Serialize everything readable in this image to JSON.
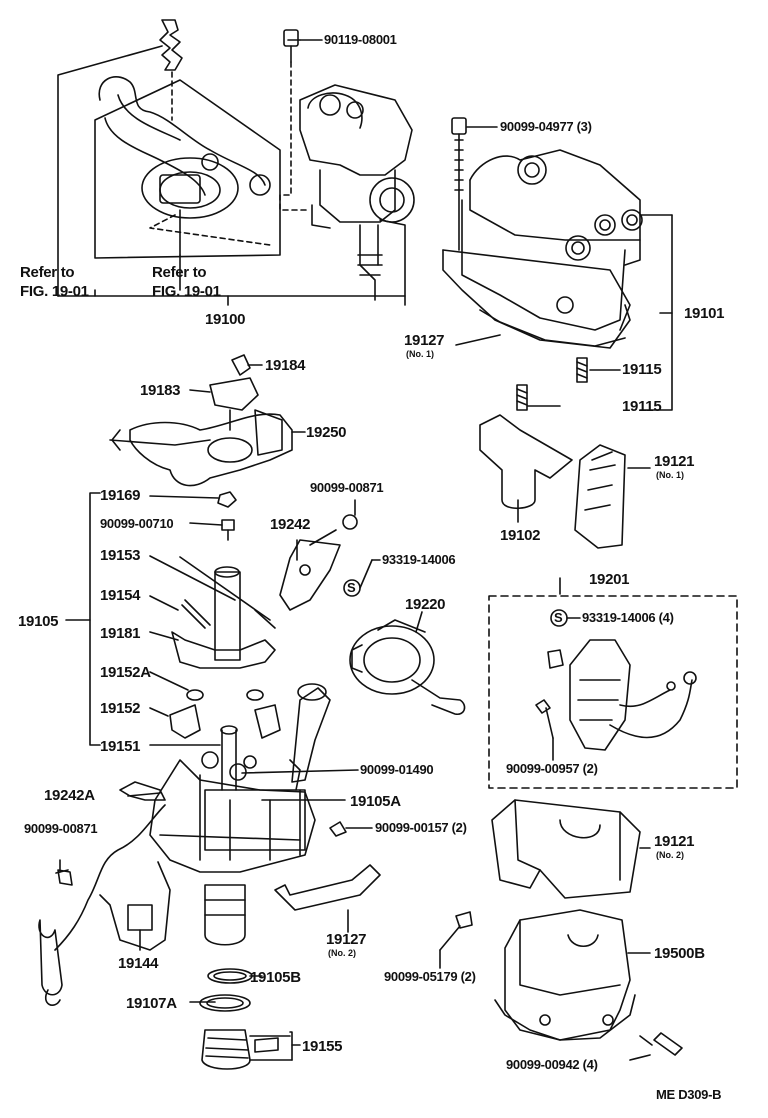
{
  "diagram": {
    "footer": "ME  D309-B",
    "groups": [
      {
        "id": "g19100",
        "part_no": "19100",
        "refs": [
          "Refer to FIG. 19-01",
          "Refer to FIG. 19-01"
        ]
      },
      {
        "id": "g19101",
        "part_no": "19101"
      },
      {
        "id": "g19105",
        "part_no": "19105",
        "members": [
          "19169",
          "90099-00710",
          "19153",
          "19154",
          "19181",
          "19152A",
          "19152",
          "19151"
        ]
      },
      {
        "id": "g19201",
        "part_no": "19201"
      }
    ],
    "labels": {
      "p9011908001": "90119-08001",
      "p9009904977": "90099-04977 (3)",
      "refer1a": "Refer to",
      "refer1b": "FIG. 19-01",
      "refer2a": "Refer to",
      "refer2b": "FIG. 19-01",
      "p19100": "19100",
      "p19127a": "19127",
      "p19127a_sub": "(No. 1)",
      "p19101": "19101",
      "p19115a": "19115",
      "p19115b": "19115",
      "p19184": "19184",
      "p19183": "19183",
      "p19250": "19250",
      "p19121a": "19121",
      "p19121a_sub": "(No. 1)",
      "p19102": "19102",
      "p19169": "19169",
      "p9009900871a": "90099-00871",
      "p9009900710": "90099-00710",
      "p19242": "19242",
      "p19153": "19153",
      "p9331914006a": "93319-14006",
      "p19154": "19154",
      "p19105": "19105",
      "p19181": "19181",
      "p19220": "19220",
      "p19152A": "19152A",
      "p19152": "19152",
      "p19151": "19151",
      "p19201": "19201",
      "p9331914006b": "93319-14006 (4)",
      "p9009900957": "90099-00957 (2)",
      "p9009901490": "90099-01490",
      "p19242A": "19242A",
      "p19105A": "19105A",
      "p9009900871b": "90099-00871",
      "p9009900157": "90099-00157 (2)",
      "p19121b": "19121",
      "p19121b_sub": "(No. 2)",
      "p19127b": "19127",
      "p19127b_sub": "(No. 2)",
      "p19144": "19144",
      "p19105B": "19105B",
      "p9009905179": "90099-05179 (2)",
      "p19500B": "19500B",
      "p19107A": "19107A",
      "p9009900942": "90099-00942 (4)",
      "p19155": "19155",
      "s_mark": "S"
    }
  }
}
